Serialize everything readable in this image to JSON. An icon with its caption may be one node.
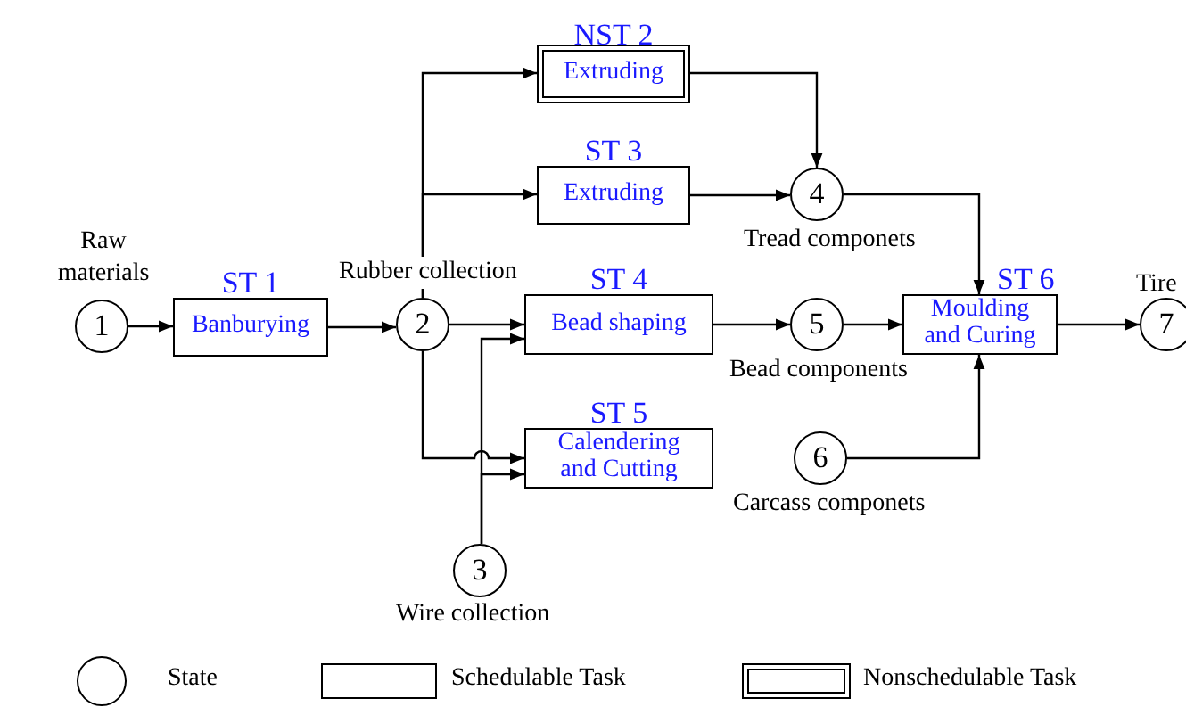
{
  "diagram": {
    "nodes": [
      {
        "text": [
          "1"
        ],
        "beside": [
          "Raw materials"
        ]
      },
      {
        "text": [
          "ST 1",
          "Banburying"
        ]
      },
      {
        "text": [
          "2"
        ],
        "beside": [
          "Rubber collection"
        ]
      },
      {
        "text": [
          "NST 2",
          "Extruding"
        ]
      },
      {
        "text": [
          "ST 3",
          "Extruding"
        ]
      },
      {
        "text": [
          "ST 4",
          "Bead shaping"
        ]
      },
      {
        "text": [
          "ST 5",
          "Calendering and Cutting"
        ]
      },
      {
        "text": [
          "3"
        ],
        "beside": [
          "Wire collection"
        ]
      },
      {
        "text": [
          "4"
        ],
        "beside": [
          "Tread componets"
        ]
      },
      {
        "text": [
          "5"
        ],
        "beside": [
          "Bead components"
        ]
      },
      {
        "text": [
          "6"
        ],
        "beside": [
          "Carcass componets"
        ]
      },
      {
        "text": [
          "ST 6",
          "Moulding and Curing"
        ]
      },
      {
        "text": [
          "7"
        ],
        "beside": [
          "Tire"
        ]
      }
    ],
    "edges": [
      {
        "from": 0,
        "to": 1,
        "arrow": "to"
      },
      {
        "from": 1,
        "to": 2,
        "arrow": "to"
      },
      {
        "from": 2,
        "to": 3,
        "arrow": "to"
      },
      {
        "from": 2,
        "to": 4,
        "arrow": "to"
      },
      {
        "from": 2,
        "to": 5,
        "arrow": "to"
      },
      {
        "from": 2,
        "to": 6,
        "arrow": "to"
      },
      {
        "from": 7,
        "to": 5,
        "arrow": "to"
      },
      {
        "from": 7,
        "to": 6,
        "arrow": "to"
      },
      {
        "from": 3,
        "to": 8,
        "arrow": "to"
      },
      {
        "from": 4,
        "to": 8,
        "arrow": "to"
      },
      {
        "from": 5,
        "to": 9,
        "arrow": "to"
      },
      {
        "from": 9,
        "to": 11,
        "arrow": "to"
      },
      {
        "from": 8,
        "to": 11,
        "arrow": "to"
      },
      {
        "from": 10,
        "to": 11,
        "arrow": "to"
      },
      {
        "from": 11,
        "to": 12,
        "arrow": "to"
      }
    ],
    "legend": [
      {
        "text": "State"
      },
      {
        "text": "Schedulable Task"
      },
      {
        "text": "Nonschedulable Task"
      }
    ]
  }
}
